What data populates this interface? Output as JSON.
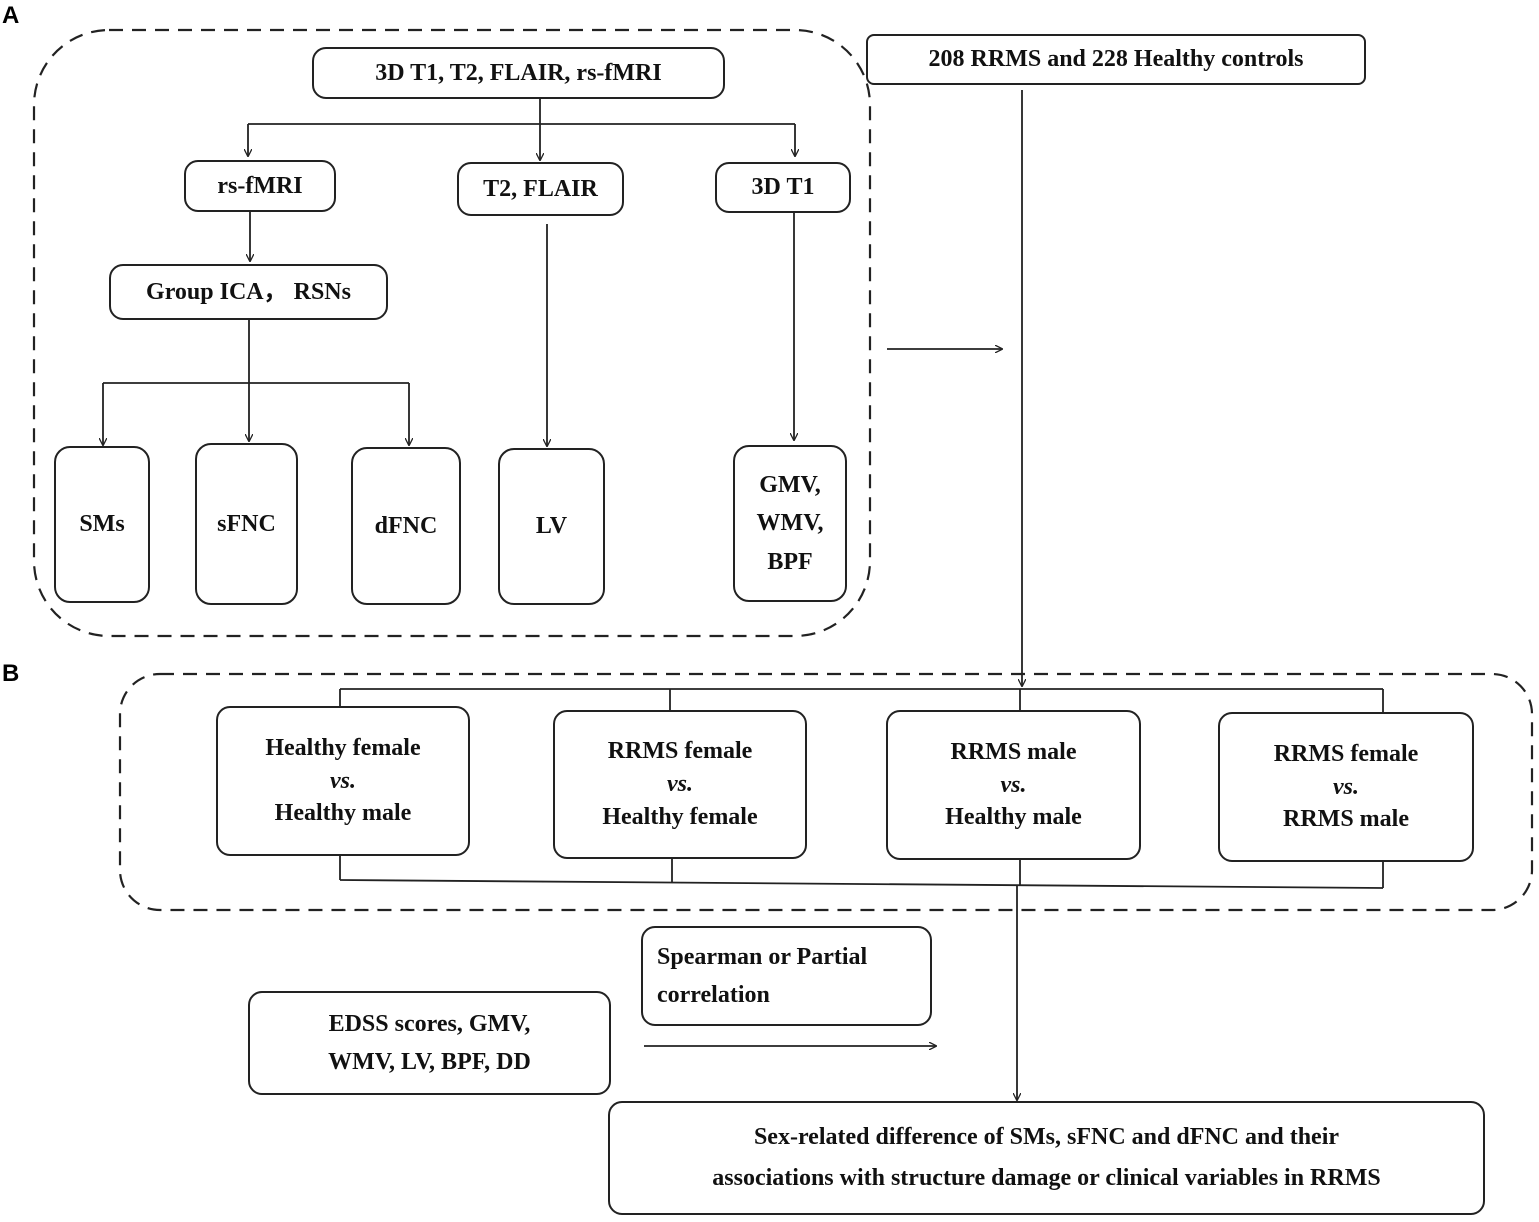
{
  "panels": {
    "a": "A",
    "b": "B"
  },
  "top": {
    "inputs": "3D T1, T2, FLAIR, rs-fMRI",
    "rsfmri": "rs-fMRI",
    "t2flair": "T2, FLAIR",
    "t1": "3D T1",
    "group_ica": "Group ICA， RSNs",
    "sms": "SMs",
    "sfnc": "sFNC",
    "dfnc": "dFNC",
    "lv": "LV",
    "struct": [
      "GMV,",
      "WMV,",
      "BPF"
    ]
  },
  "subjects": "208 RRMS and 228 Healthy controls",
  "comparisons": [
    {
      "a": "Healthy female",
      "vs": "vs.",
      "b": "Healthy male"
    },
    {
      "a": "RRMS female",
      "vs": "vs.",
      "b": "Healthy female"
    },
    {
      "a": "RRMS male",
      "vs": "vs.",
      "b": "Healthy male"
    },
    {
      "a": "RRMS female",
      "vs": "vs.",
      "b": "RRMS male"
    }
  ],
  "correlation": [
    "Spearman or Partial",
    "correlation"
  ],
  "variables": [
    "EDSS scores, GMV,",
    "WMV, LV, BPF, DD"
  ],
  "result": [
    "Sex-related difference of SMs, sFNC and dFNC and their",
    "associations with structure damage or clinical variables in RRMS"
  ]
}
